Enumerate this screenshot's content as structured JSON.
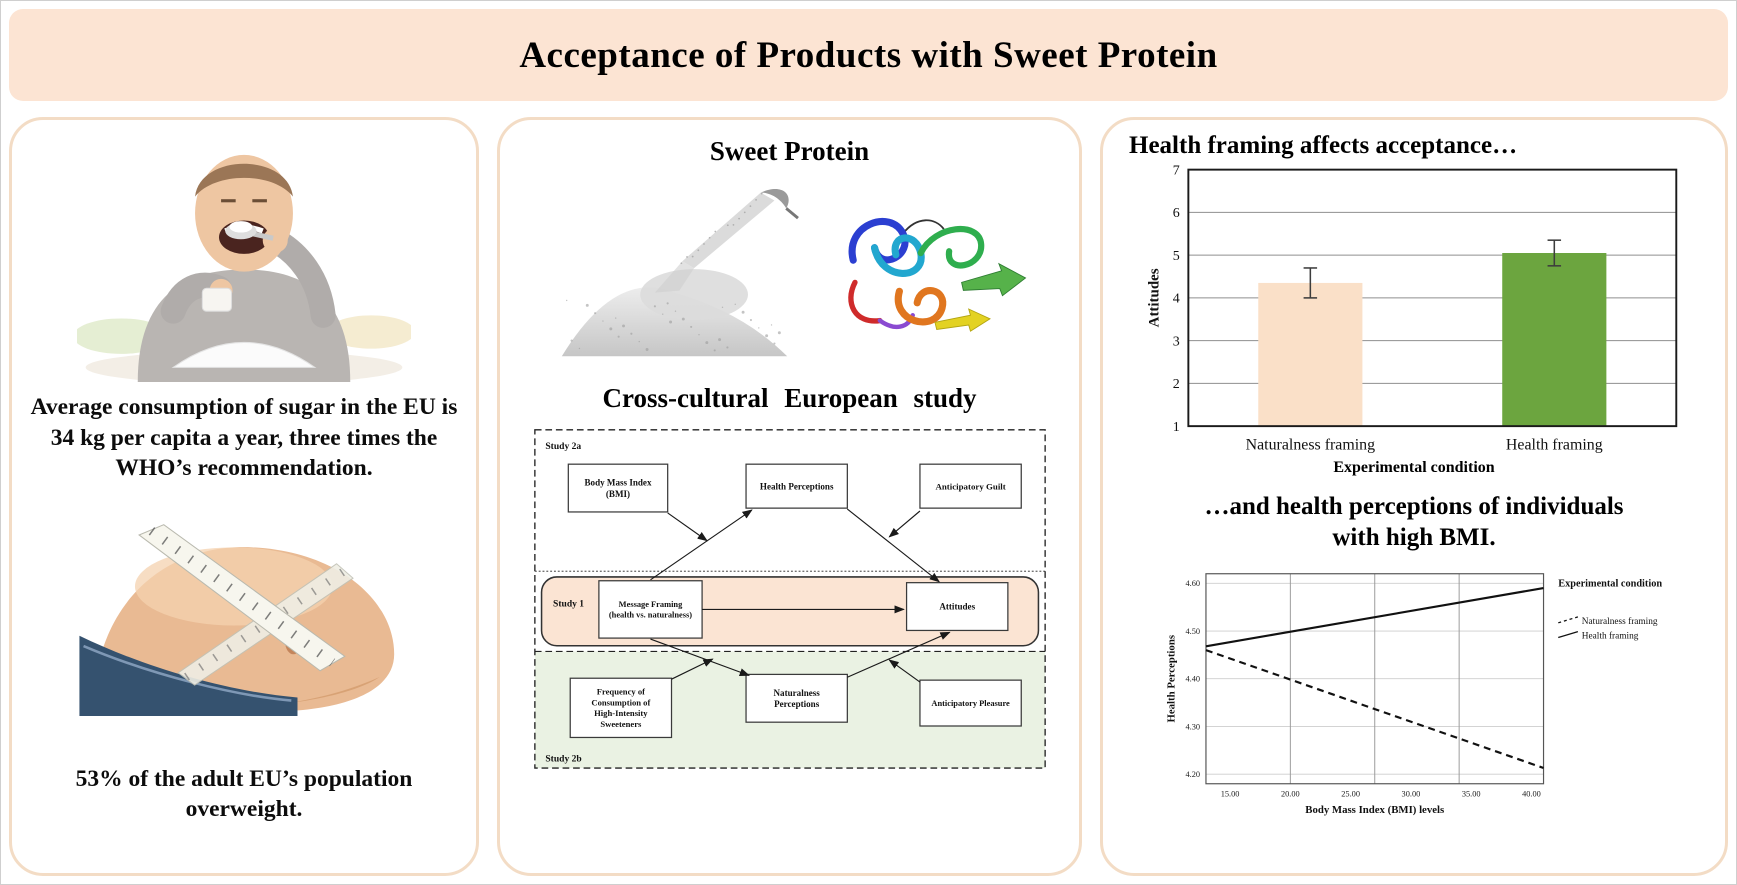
{
  "header": {
    "title": "Acceptance of Products with Sweet Protein"
  },
  "colors": {
    "header_bg": "#fce4d3",
    "panel_border": "#f3dcc5"
  },
  "left_panel": {
    "images": [
      {
        "name": "person-eating-spoonful-of-sugar"
      },
      {
        "name": "tape-measure-around-waist"
      }
    ],
    "text1": "Average consumption of sugar in the EU is 34 kg per capita a year, three times the WHO’s recommendation.",
    "text2": "53% of the adult EU’s population overweight."
  },
  "middle_panel": {
    "title": "Sweet Protein",
    "images": [
      {
        "name": "pouring-sugar-pile"
      },
      {
        "name": "sweet-protein-ribbon-structure"
      }
    ],
    "subtitle": "Cross-cultural European study",
    "diagram": {
      "section_labels": {
        "study2a": "Study 2a",
        "study1": "Study 1",
        "study2b": "Study 2b"
      },
      "box_labels": {
        "bmi": [
          "Body Mass Index",
          "(BMI)"
        ],
        "health_perceptions": [
          "Health Perceptions"
        ],
        "anticipatory_guilt": [
          "Anticipatory Guilt"
        ],
        "message_framing": [
          "Message Framing",
          "(health vs. naturalness)"
        ],
        "attitudes": [
          "Attitudes"
        ],
        "frequency": [
          "Frequency of",
          "Consumption of",
          "High-Intensity",
          "Sweeteners"
        ],
        "naturalness_perceptions": [
          "Naturalness",
          "Perceptions"
        ],
        "anticipatory_pleasure": [
          "Anticipatory Pleasure"
        ]
      },
      "colors": {
        "study1_fill": "#fbe4d3",
        "study2b_fill": "#eaf2e3"
      }
    }
  },
  "right_panel": {
    "heading_bottom": "…and health perceptions of individuals with high BMI."
  },
  "chart_data": [
    {
      "type": "bar",
      "title": "Health framing affects acceptance…",
      "categories": [
        "Naturalness framing",
        "Health framing"
      ],
      "values": [
        4.35,
        5.05
      ],
      "errors": [
        0.35,
        0.3
      ],
      "bar_colors": [
        "#fae0c8",
        "#6ca53f"
      ],
      "ylabel": "Attitudes",
      "xlabel": "Experimental condition",
      "ylim": [
        1,
        7
      ],
      "yticks": [
        1,
        2,
        3,
        4,
        5,
        6,
        7
      ],
      "grid": "horizontal",
      "legend": "none"
    },
    {
      "type": "line",
      "series": [
        {
          "name": "Naturalness framing",
          "style": "dashed",
          "points": [
            [
              13,
              4.46
            ],
            [
              41,
              4.213
            ]
          ]
        },
        {
          "name": "Health framing",
          "style": "solid",
          "points": [
            [
              13,
              4.468
            ],
            [
              41,
              4.59
            ]
          ]
        }
      ],
      "xlabel": "Body Mass Index (BMI) levels",
      "ylabel": "Health Perceptions",
      "legend_title": "Experimental condition",
      "legend_position": "right",
      "xlim": [
        13,
        41
      ],
      "xticks": [
        15,
        20,
        25,
        30,
        35,
        40
      ],
      "xtick_labels": [
        "15.00",
        "20.00",
        "25.00",
        "30.00",
        "35.00",
        "40.00"
      ],
      "ylim": [
        4.18,
        4.62
      ],
      "yticks": [
        4.6,
        4.5,
        4.4,
        4.3,
        4.2
      ],
      "ytick_labels": [
        "4.60",
        "4.50",
        "4.40",
        "4.30",
        "4.20"
      ],
      "vgrid": [
        20,
        27,
        34
      ]
    }
  ]
}
